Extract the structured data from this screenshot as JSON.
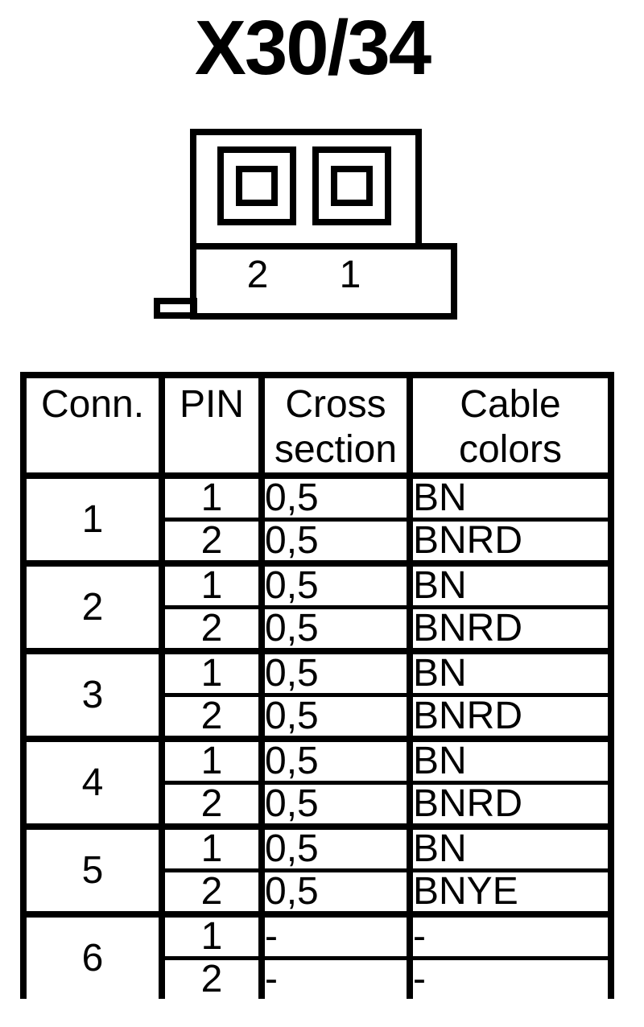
{
  "colors": {
    "ink": "#000000",
    "background": "#ffffff"
  },
  "title": "X30/34",
  "connector": {
    "pin_labels": [
      "2",
      "1"
    ]
  },
  "table": {
    "headers": [
      "Conn.",
      "PIN",
      "Cross section",
      "Cable colors"
    ],
    "groups": [
      {
        "conn": "1",
        "pins": [
          {
            "pin": "1",
            "cross_section": "0,5",
            "cable_color": "BN"
          },
          {
            "pin": "2",
            "cross_section": "0,5",
            "cable_color": "BNRD"
          }
        ]
      },
      {
        "conn": "2",
        "pins": [
          {
            "pin": "1",
            "cross_section": "0,5",
            "cable_color": "BN"
          },
          {
            "pin": "2",
            "cross_section": "0,5",
            "cable_color": "BNRD"
          }
        ]
      },
      {
        "conn": "3",
        "pins": [
          {
            "pin": "1",
            "cross_section": "0,5",
            "cable_color": "BN"
          },
          {
            "pin": "2",
            "cross_section": "0,5",
            "cable_color": "BNRD"
          }
        ]
      },
      {
        "conn": "4",
        "pins": [
          {
            "pin": "1",
            "cross_section": "0,5",
            "cable_color": "BN"
          },
          {
            "pin": "2",
            "cross_section": "0,5",
            "cable_color": "BNRD"
          }
        ]
      },
      {
        "conn": "5",
        "pins": [
          {
            "pin": "1",
            "cross_section": "0,5",
            "cable_color": "BN"
          },
          {
            "pin": "2",
            "cross_section": "0,5",
            "cable_color": "BNYE"
          }
        ]
      },
      {
        "conn": "6",
        "pins": [
          {
            "pin": "1",
            "cross_section": "-",
            "cable_color": "-"
          },
          {
            "pin": "2",
            "cross_section": "-",
            "cable_color": "-"
          }
        ]
      }
    ]
  }
}
